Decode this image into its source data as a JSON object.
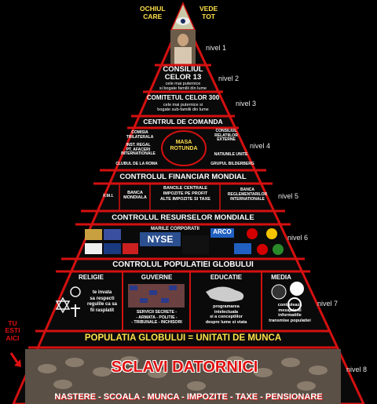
{
  "top": {
    "eye_left": "OCHIUL\nCARE",
    "eye_right": "VEDE\nTOT"
  },
  "levels": [
    "nivel 1",
    "nivel 2",
    "nivel 3",
    "nivel 4",
    "nivel 5",
    "nivel 6",
    "nivel 7",
    "nivel 8"
  ],
  "tier2": {
    "title": "CONSILIUL\nCELOR 13",
    "sub": "cele mai puternice\nsi bogate familii din lume"
  },
  "tier3": {
    "title": "COMITETUL CELOR 300",
    "sub": "cele mai puternice si\nbogate sub-familii din lume"
  },
  "tier4": {
    "header": "CENTRUL DE COMANDA",
    "left": [
      "COMISIA\nTRILATERALA",
      "INST. REGAL\nPT. AFACERI\nINTERNATIONALE",
      "CLUBUL DE LA ROMA"
    ],
    "center": "MASA\nROTUNDA",
    "right": [
      "CONSILIUL\nRELATIILOR\nEXTERNE",
      "NATIUNILE UNITE",
      "GRUPUL BILDERBERG"
    ]
  },
  "tier5": {
    "header": "CONTROLUL FINANCIAR MONDIAL",
    "cells": [
      "F.M.I.",
      "BANCA\nMONDIALA",
      "BANCILE CENTRALE\nIMPOZITE PE PROFIT\nALTE IMPOZITE SI TAXE",
      "BANCA\nREGLEMENTARILOR\nINTERNATIONALE"
    ]
  },
  "tier6": {
    "header": "CONTROLUL RESURSELOR MONDIALE",
    "corp_label": "MARILE CORPORATII",
    "logos": [
      "NYSE",
      "ARCO"
    ]
  },
  "tier7": {
    "header": "CONTROLUL POPULATIEI GLOBULUI",
    "cols": [
      {
        "title": "RELIGIE",
        "text": "te invata\nsa respecti\nregulile ca sa\nfii rasplatit"
      },
      {
        "title": "GUVERNE",
        "text": "SERVICII SECRETE -\n- ARMATA - POLITIE -\n- TRIBUNALE - INCHISORI"
      },
      {
        "title": "EDUCATIE",
        "text": "programarea\nintelectuala\nsi a conceptiilor\ndespre lume si viata"
      },
      {
        "title": "MEDIA",
        "text": "controleaza\nmesajele si\ninformatiile\ntransmise populatiei"
      }
    ]
  },
  "tier8": {
    "header": "POPULATIA GLOBULUI = UNITATI DE MUNCA",
    "side": "TU\nESTI\nAICI",
    "slaves": "SCLAVI DATORNICI",
    "footer": "NASTERE - SCOALA - MUNCA - IMPOZITE - TAXE - PENSIONARE"
  },
  "colors": {
    "accent": "#e01010",
    "text": "#ffffff",
    "highlight": "#ffe04a",
    "background": "#000000"
  }
}
